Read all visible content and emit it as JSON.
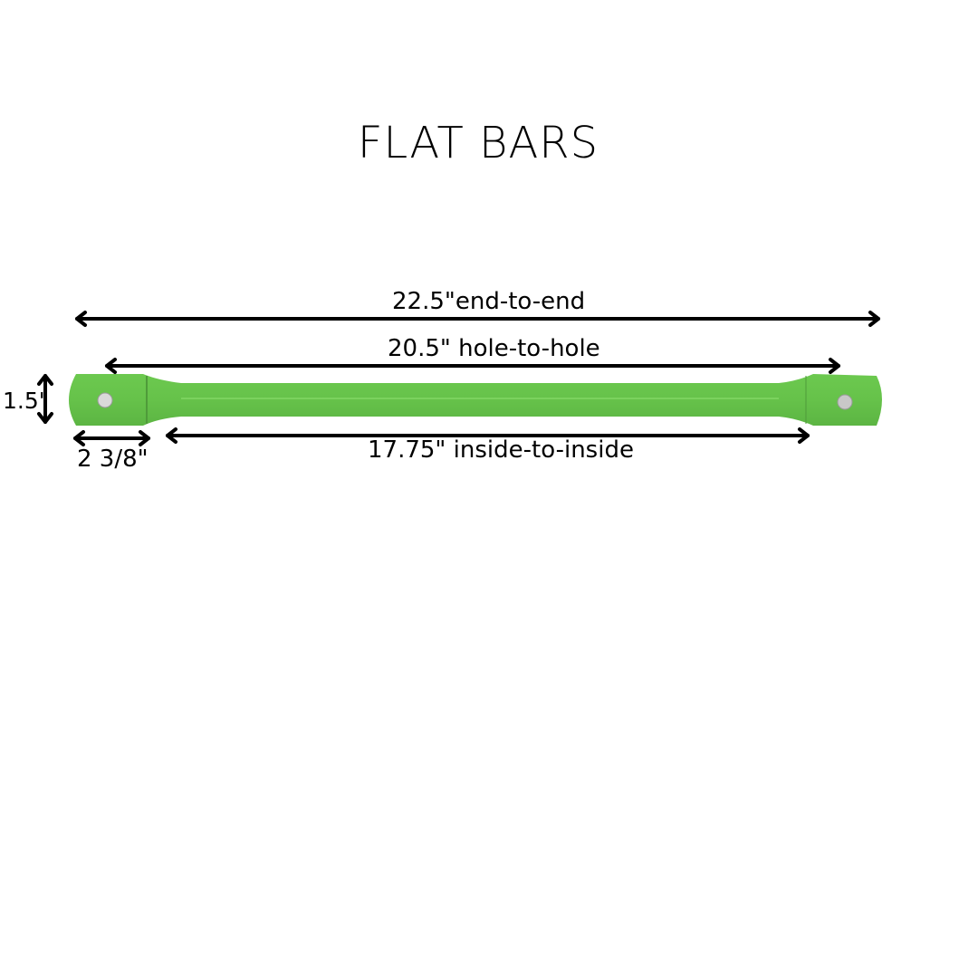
{
  "title": "FLAT BARS",
  "colors": {
    "bar": "#66c24a",
    "bar_dark": "#58a940",
    "hole": "#d8d8d8",
    "arrow": "#000000",
    "background": "#ffffff"
  },
  "dimensions": {
    "end_to_end": "22.5\"end-to-end",
    "hole_to_hole": "20.5\" hole-to-hole",
    "inside_to_inside": "17.75\" inside-to-inside",
    "width": "1.5\"",
    "end_length": "2 3/8\""
  }
}
